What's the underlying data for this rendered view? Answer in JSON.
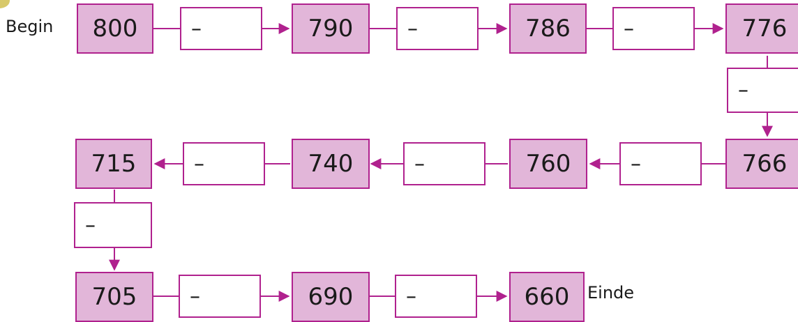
{
  "labels": {
    "start": "Begin",
    "end": "Einde"
  },
  "operator": "–",
  "chain": {
    "row1": [
      "800",
      "790",
      "786",
      "776"
    ],
    "right_drop": "766",
    "row2": [
      "766",
      "760",
      "740",
      "715"
    ],
    "row3": [
      "705",
      "690",
      "660"
    ]
  },
  "colors": {
    "box_fill": "#e2b6d9",
    "stroke": "#b0218e",
    "op_fill": "#ffffff"
  }
}
